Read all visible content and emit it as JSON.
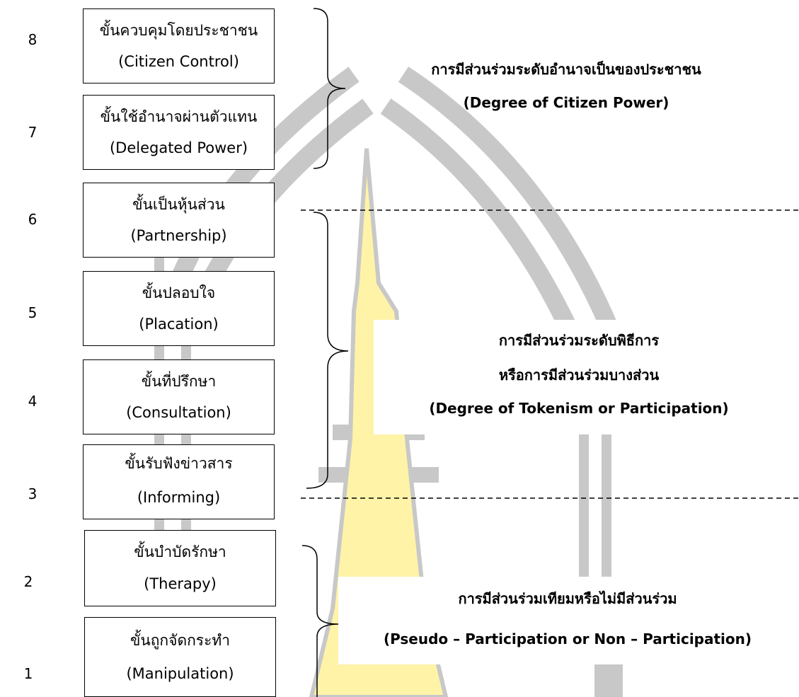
{
  "rungs": [
    {
      "number": "8",
      "thai": "ขั้นควบคุมโดยประชาชน",
      "english": "(Citizen Control)"
    },
    {
      "number": "7",
      "thai": "ขั้นใช้อำนาจผ่านตัวแทน",
      "english": "(Delegated Power)"
    },
    {
      "number": "6",
      "thai": "ขั้นเป็นหุ้นส่วน",
      "english": "(Partnership)"
    },
    {
      "number": "5",
      "thai": "ขั้นปลอบใจ",
      "english": "(Placation)"
    },
    {
      "number": "4",
      "thai": "ขั้นที่ปรึกษา",
      "english": "(Consultation)"
    },
    {
      "number": "3",
      "thai": "ขั้นรับฟังข่าวสาร",
      "english": "(Informing)"
    },
    {
      "number": "2",
      "thai": "ขั้นบำบัดรักษา",
      "english": "(Therapy)"
    },
    {
      "number": "1",
      "thai": "ขั้นถูกจัดกระทำ",
      "english": "(Manipulation)"
    }
  ],
  "groups": {
    "citizen_power": {
      "thai": "การมีส่วนร่วมระดับอำนาจเป็นของประชาชน",
      "english": "(Degree of Citizen Power)"
    },
    "tokenism": {
      "thai_line1": "การมีส่วนร่วมระดับพิธีการ",
      "thai_line2": "หรือการมีส่วนร่วมบางส่วน",
      "english": "(Degree of Tokenism or Participation)"
    },
    "non_participation": {
      "thai": "การมีส่วนร่วมเทียมหรือไม่มีส่วนร่วม",
      "english": "(Pseudo – Participation or Non – Participation)"
    }
  },
  "colors": {
    "watermark_gray": "#c8c8c8",
    "watermark_yellow": "#fff3a8",
    "border": "#000000"
  }
}
